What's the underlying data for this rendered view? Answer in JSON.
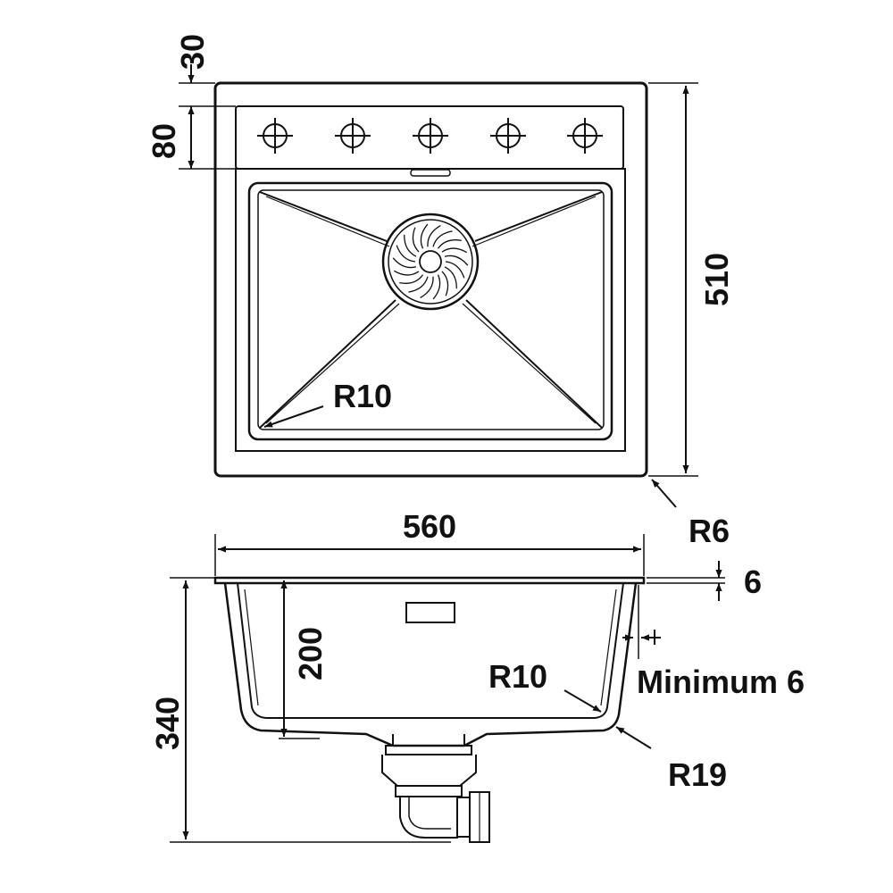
{
  "colors": {
    "line": "#111111",
    "background": "#ffffff"
  },
  "top_view": {
    "dimensions": {
      "top_margin": "30",
      "tap_strip": "80",
      "overall_depth": "510",
      "inner_corner_radius": "R10",
      "outer_corner_radius": "R6"
    },
    "tap_holes": 5
  },
  "side_view": {
    "dimensions": {
      "width": "560",
      "rim_thickness": "6",
      "bowl_depth": "200",
      "overall_height": "340",
      "inner_bottom_radius": "R10",
      "wall_minimum": "Minimum 6",
      "outer_bottom_radius": "R19"
    }
  }
}
